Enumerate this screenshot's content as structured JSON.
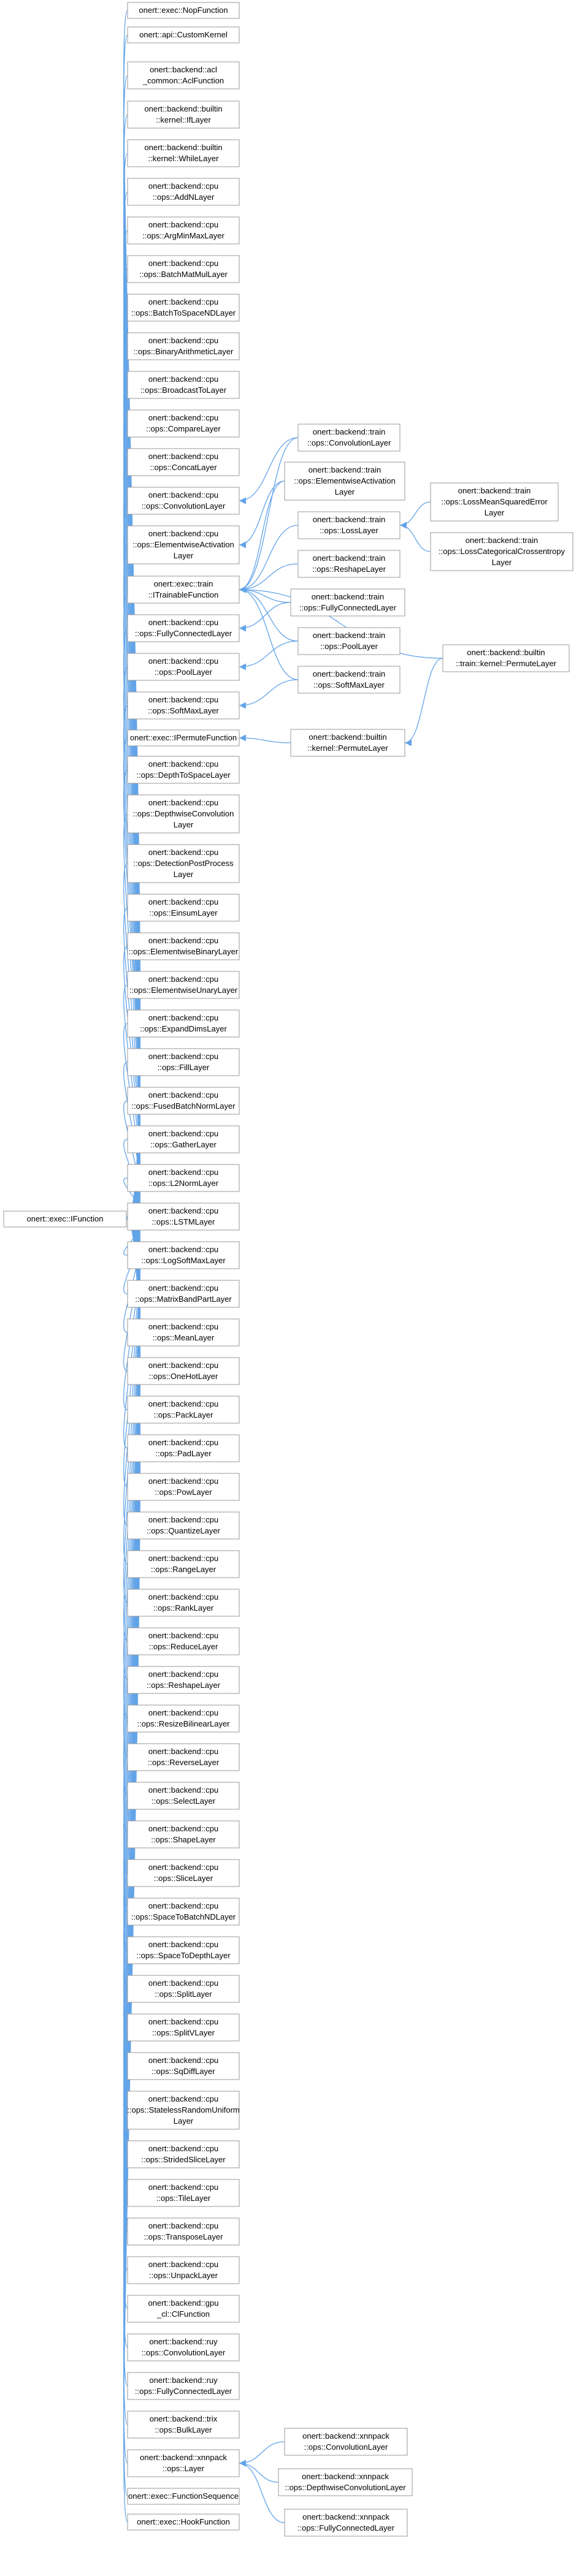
{
  "root": [
    "onert::exec::IFunction"
  ],
  "colors": {
    "edge": "#63a4e8",
    "node_border": "#999999",
    "node_fill": "#ffffff",
    "text": "#000000"
  },
  "nodes": {
    "NopFunction": [
      "onert::exec::NopFunction"
    ],
    "CustomKernel": [
      "onert::api::CustomKernel"
    ],
    "ActFunction": [
      "onert::backend::acl",
      "_common::AclFunction"
    ],
    "IfLayer": [
      "onert::backend::builtin",
      "::kernel::IfLayer"
    ],
    "WhileLayer": [
      "onert::backend::builtin",
      "::kernel::WhileLayer"
    ],
    "AddNLayer": [
      "onert::backend::cpu",
      "::ops::AddNLayer"
    ],
    "ArgMinMaxLayer": [
      "onert::backend::cpu",
      "::ops::ArgMinMaxLayer"
    ],
    "BatchMatMulLayer": [
      "onert::backend::cpu",
      "::ops::BatchMatMulLayer"
    ],
    "BatchToSpaceNDLayer": [
      "onert::backend::cpu",
      "::ops::BatchToSpaceNDLayer"
    ],
    "BinaryArithmeticLayer": [
      "onert::backend::cpu",
      "::ops::BinaryArithmeticLayer"
    ],
    "BroadcastToLayer": [
      "onert::backend::cpu",
      "::ops::BroadcastToLayer"
    ],
    "CompareLayer": [
      "onert::backend::cpu",
      "::ops::CompareLayer"
    ],
    "ConcatLayer": [
      "onert::backend::cpu",
      "::ops::ConcatLayer"
    ],
    "ConvolutionLayer": [
      "onert::backend::cpu",
      "::ops::ConvolutionLayer"
    ],
    "ElementwiseActivationLayer": [
      "onert::backend::cpu",
      "::ops::ElementwiseActivation",
      "Layer"
    ],
    "ITrainableFunction": [
      "onert::exec::train",
      "::ITrainableFunction"
    ],
    "FullyConnectedLayer": [
      "onert::backend::cpu",
      "::ops::FullyConnectedLayer"
    ],
    "PoolLayer": [
      "onert::backend::cpu",
      "::ops::PoolLayer"
    ],
    "SoftMaxLayer": [
      "onert::backend::cpu",
      "::ops::SoftMaxLayer"
    ],
    "IPermuteFunction": [
      "onert::exec::IPermuteFunction"
    ],
    "DepthToSpaceLayer": [
      "onert::backend::cpu",
      "::ops::DepthToSpaceLayer"
    ],
    "DepthwiseConvolutionLayer": [
      "onert::backend::cpu",
      "::ops::DepthwiseConvolution",
      "Layer"
    ],
    "DetectionPostProcessLayer": [
      "onert::backend::cpu",
      "::ops::DetectionPostProcess",
      "Layer"
    ],
    "EinsumLayer": [
      "onert::backend::cpu",
      "::ops::EinsumLayer"
    ],
    "ElementwiseBinaryLayer": [
      "onert::backend::cpu",
      "::ops::ElementwiseBinaryLayer"
    ],
    "ElementwiseUnaryLayer": [
      "onert::backend::cpu",
      "::ops::ElementwiseUnaryLayer"
    ],
    "ExpandDimsLayer": [
      "onert::backend::cpu",
      "::ops::ExpandDimsLayer"
    ],
    "FillLayer": [
      "onert::backend::cpu",
      "::ops::FillLayer"
    ],
    "FusedBatchNormLayer": [
      "onert::backend::cpu",
      "::ops::FusedBatchNormLayer"
    ],
    "GatherLayer": [
      "onert::backend::cpu",
      "::ops::GatherLayer"
    ],
    "L2NormLayer": [
      "onert::backend::cpu",
      "::ops::L2NormLayer"
    ],
    "LSTMLayer": [
      "onert::backend::cpu",
      "::ops::LSTMLayer"
    ],
    "LogSoftMaxLayer": [
      "onert::backend::cpu",
      "::ops::LogSoftMaxLayer"
    ],
    "MatrixBandPartLayer": [
      "onert::backend::cpu",
      "::ops::MatrixBandPartLayer"
    ],
    "MeanLayer": [
      "onert::backend::cpu",
      "::ops::MeanLayer"
    ],
    "OneHotLayer": [
      "onert::backend::cpu",
      "::ops::OneHotLayer"
    ],
    "PackLayer": [
      "onert::backend::cpu",
      "::ops::PackLayer"
    ],
    "PadLayer": [
      "onert::backend::cpu",
      "::ops::PadLayer"
    ],
    "PowLayer": [
      "onert::backend::cpu",
      "::ops::PowLayer"
    ],
    "QuantizeLayer": [
      "onert::backend::cpu",
      "::ops::QuantizeLayer"
    ],
    "RangeLayer": [
      "onert::backend::cpu",
      "::ops::RangeLayer"
    ],
    "RankLayer": [
      "onert::backend::cpu",
      "::ops::RankLayer"
    ],
    "ReduceLayer": [
      "onert::backend::cpu",
      "::ops::ReduceLayer"
    ],
    "ReshapeLayer": [
      "onert::backend::cpu",
      "::ops::ReshapeLayer"
    ],
    "ResizeBilinearLayer": [
      "onert::backend::cpu",
      "::ops::ResizeBilinearLayer"
    ],
    "ReverseLayer": [
      "onert::backend::cpu",
      "::ops::ReverseLayer"
    ],
    "SelectLayer": [
      "onert::backend::cpu",
      "::ops::SelectLayer"
    ],
    "ShapeLayer": [
      "onert::backend::cpu",
      "::ops::ShapeLayer"
    ],
    "SliceLayer": [
      "onert::backend::cpu",
      "::ops::SliceLayer"
    ],
    "SpaceToBatchNDLayer": [
      "onert::backend::cpu",
      "::ops::SpaceToBatchNDLayer"
    ],
    "SpaceToDepthLayer": [
      "onert::backend::cpu",
      "::ops::SpaceToDepthLayer"
    ],
    "SplitLayer": [
      "onert::backend::cpu",
      "::ops::SplitLayer"
    ],
    "SplitVLayer": [
      "onert::backend::cpu",
      "::ops::SplitVLayer"
    ],
    "SqDiffLayer": [
      "onert::backend::cpu",
      "::ops::SqDiffLayer"
    ],
    "StatelessRandomUniformLayer": [
      "onert::backend::cpu",
      "::ops::StatelessRandomUniform",
      "Layer"
    ],
    "StridedSliceLayer": [
      "onert::backend::cpu",
      "::ops::StridedSliceLayer"
    ],
    "TileLayer": [
      "onert::backend::cpu",
      "::ops::TileLayer"
    ],
    "TransposeLayer": [
      "onert::backend::cpu",
      "::ops::TransposeLayer"
    ],
    "UnpackLayer": [
      "onert::backend::cpu",
      "::ops::UnpackLayer"
    ],
    "ClFunction": [
      "onert::backend::gpu",
      "_cl::ClFunction"
    ],
    "RuyConvolutionLayer": [
      "onert::backend::ruy",
      "::ops::ConvolutionLayer"
    ],
    "RuyFullyConnectedLayer": [
      "onert::backend::ruy",
      "::ops::FullyConnectedLayer"
    ],
    "BulkLayer": [
      "onert::backend::trix",
      "::ops::BulkLayer"
    ],
    "XnnpackLayer": [
      "onert::backend::xnnpack",
      "::ops::Layer"
    ],
    "FunctionSequence": [
      "onert::exec::FunctionSequence"
    ],
    "HookFunction": [
      "onert::exec::HookFunction"
    ],
    "TrainConvolutionLayer": [
      "onert::backend::train",
      "::ops::ConvolutionLayer"
    ],
    "TrainElementwiseActivationLayer": [
      "onert::backend::train",
      "::ops::ElementwiseActivation",
      "Layer"
    ],
    "TrainLossLayer": [
      "onert::backend::train",
      "::ops::LossLayer"
    ],
    "TrainReshapeLayer": [
      "onert::backend::train",
      "::ops::ReshapeLayer"
    ],
    "TrainFullyConnectedLayer": [
      "onert::backend::train",
      "::ops::FullyConnectedLayer"
    ],
    "TrainPoolLayer": [
      "onert::backend::train",
      "::ops::PoolLayer"
    ],
    "TrainSoftMaxLayer": [
      "onert::backend::train",
      "::ops::SoftMaxLayer"
    ],
    "BuiltinPermuteLayer": [
      "onert::backend::builtin",
      "::kernel::PermuteLayer"
    ],
    "LossMeanSquaredErrorLayer": [
      "onert::backend::train",
      "::ops::LossMeanSquaredError",
      "Layer"
    ],
    "LossCategoricalCrossentropyLayer": [
      "onert::backend::train",
      "::ops::LossCategoricalCrossentropy",
      "Layer"
    ],
    "TrainPermuteLayer": [
      "onert::backend::builtin",
      "::train::kernel::PermuteLayer"
    ],
    "XnnpackConvolutionLayer": [
      "onert::backend::xnnpack",
      "::ops::ConvolutionLayer"
    ],
    "XnnpackDepthwiseConvolutionLayer": [
      "onert::backend::xnnpack",
      "::ops::DepthwiseConvolutionLayer"
    ],
    "XnnpackFullyConnectedLayer": [
      "onert::backend::xnnpack",
      "::ops::FullyConnectedLayer"
    ]
  },
  "edges": [
    [
      "IFunction",
      "NopFunction"
    ],
    [
      "IFunction",
      "CustomKernel"
    ],
    [
      "IFunction",
      "ActFunction"
    ],
    [
      "IFunction",
      "IfLayer"
    ],
    [
      "IFunction",
      "WhileLayer"
    ],
    [
      "IFunction",
      "AddNLayer"
    ],
    [
      "IFunction",
      "ArgMinMaxLayer"
    ],
    [
      "IFunction",
      "BatchMatMulLayer"
    ],
    [
      "IFunction",
      "BatchToSpaceNDLayer"
    ],
    [
      "IFunction",
      "BinaryArithmeticLayer"
    ],
    [
      "IFunction",
      "BroadcastToLayer"
    ],
    [
      "IFunction",
      "CompareLayer"
    ],
    [
      "IFunction",
      "ConcatLayer"
    ],
    [
      "IFunction",
      "ConvolutionLayer"
    ],
    [
      "IFunction",
      "ElementwiseActivationLayer"
    ],
    [
      "IFunction",
      "ITrainableFunction"
    ],
    [
      "IFunction",
      "FullyConnectedLayer"
    ],
    [
      "IFunction",
      "PoolLayer"
    ],
    [
      "IFunction",
      "SoftMaxLayer"
    ],
    [
      "IFunction",
      "IPermuteFunction"
    ],
    [
      "IFunction",
      "DepthToSpaceLayer"
    ],
    [
      "IFunction",
      "DepthwiseConvolutionLayer"
    ],
    [
      "IFunction",
      "DetectionPostProcessLayer"
    ],
    [
      "IFunction",
      "EinsumLayer"
    ],
    [
      "IFunction",
      "ElementwiseBinaryLayer"
    ],
    [
      "IFunction",
      "ElementwiseUnaryLayer"
    ],
    [
      "IFunction",
      "ExpandDimsLayer"
    ],
    [
      "IFunction",
      "FillLayer"
    ],
    [
      "IFunction",
      "FusedBatchNormLayer"
    ],
    [
      "IFunction",
      "GatherLayer"
    ],
    [
      "IFunction",
      "L2NormLayer"
    ],
    [
      "IFunction",
      "LSTMLayer"
    ],
    [
      "IFunction",
      "LogSoftMaxLayer"
    ],
    [
      "IFunction",
      "MatrixBandPartLayer"
    ],
    [
      "IFunction",
      "MeanLayer"
    ],
    [
      "IFunction",
      "OneHotLayer"
    ],
    [
      "IFunction",
      "PackLayer"
    ],
    [
      "IFunction",
      "PadLayer"
    ],
    [
      "IFunction",
      "PowLayer"
    ],
    [
      "IFunction",
      "QuantizeLayer"
    ],
    [
      "IFunction",
      "RangeLayer"
    ],
    [
      "IFunction",
      "RankLayer"
    ],
    [
      "IFunction",
      "ReduceLayer"
    ],
    [
      "IFunction",
      "ReshapeLayer"
    ],
    [
      "IFunction",
      "ResizeBilinearLayer"
    ],
    [
      "IFunction",
      "ReverseLayer"
    ],
    [
      "IFunction",
      "SelectLayer"
    ],
    [
      "IFunction",
      "ShapeLayer"
    ],
    [
      "IFunction",
      "SliceLayer"
    ],
    [
      "IFunction",
      "SpaceToBatchNDLayer"
    ],
    [
      "IFunction",
      "SpaceToDepthLayer"
    ],
    [
      "IFunction",
      "SplitLayer"
    ],
    [
      "IFunction",
      "SplitVLayer"
    ],
    [
      "IFunction",
      "SqDiffLayer"
    ],
    [
      "IFunction",
      "StatelessRandomUniformLayer"
    ],
    [
      "IFunction",
      "StridedSliceLayer"
    ],
    [
      "IFunction",
      "TileLayer"
    ],
    [
      "IFunction",
      "TransposeLayer"
    ],
    [
      "IFunction",
      "UnpackLayer"
    ],
    [
      "IFunction",
      "ClFunction"
    ],
    [
      "IFunction",
      "RuyConvolutionLayer"
    ],
    [
      "IFunction",
      "RuyFullyConnectedLayer"
    ],
    [
      "IFunction",
      "BulkLayer"
    ],
    [
      "IFunction",
      "XnnpackLayer"
    ],
    [
      "IFunction",
      "FunctionSequence"
    ],
    [
      "IFunction",
      "HookFunction"
    ],
    [
      "ConvolutionLayer",
      "TrainConvolutionLayer"
    ],
    [
      "ElementwiseActivationLayer",
      "TrainElementwiseActivationLayer"
    ],
    [
      "ITrainableFunction",
      "TrainConvolutionLayer"
    ],
    [
      "ITrainableFunction",
      "TrainElementwiseActivationLayer"
    ],
    [
      "ITrainableFunction",
      "TrainLossLayer"
    ],
    [
      "ITrainableFunction",
      "TrainReshapeLayer"
    ],
    [
      "ITrainableFunction",
      "TrainFullyConnectedLayer"
    ],
    [
      "ITrainableFunction",
      "TrainPoolLayer"
    ],
    [
      "ITrainableFunction",
      "TrainSoftMaxLayer"
    ],
    [
      "ITrainableFunction",
      "TrainPermuteLayer"
    ],
    [
      "FullyConnectedLayer",
      "TrainFullyConnectedLayer"
    ],
    [
      "PoolLayer",
      "TrainPoolLayer"
    ],
    [
      "SoftMaxLayer",
      "TrainSoftMaxLayer"
    ],
    [
      "IPermuteFunction",
      "BuiltinPermuteLayer"
    ],
    [
      "TrainLossLayer",
      "LossMeanSquaredErrorLayer"
    ],
    [
      "TrainLossLayer",
      "LossCategoricalCrossentropyLayer"
    ],
    [
      "BuiltinPermuteLayer",
      "TrainPermuteLayer"
    ],
    [
      "XnnpackLayer",
      "XnnpackConvolutionLayer"
    ],
    [
      "XnnpackLayer",
      "XnnpackDepthwiseConvolutionLayer"
    ],
    [
      "XnnpackLayer",
      "XnnpackFullyConnectedLayer"
    ]
  ]
}
